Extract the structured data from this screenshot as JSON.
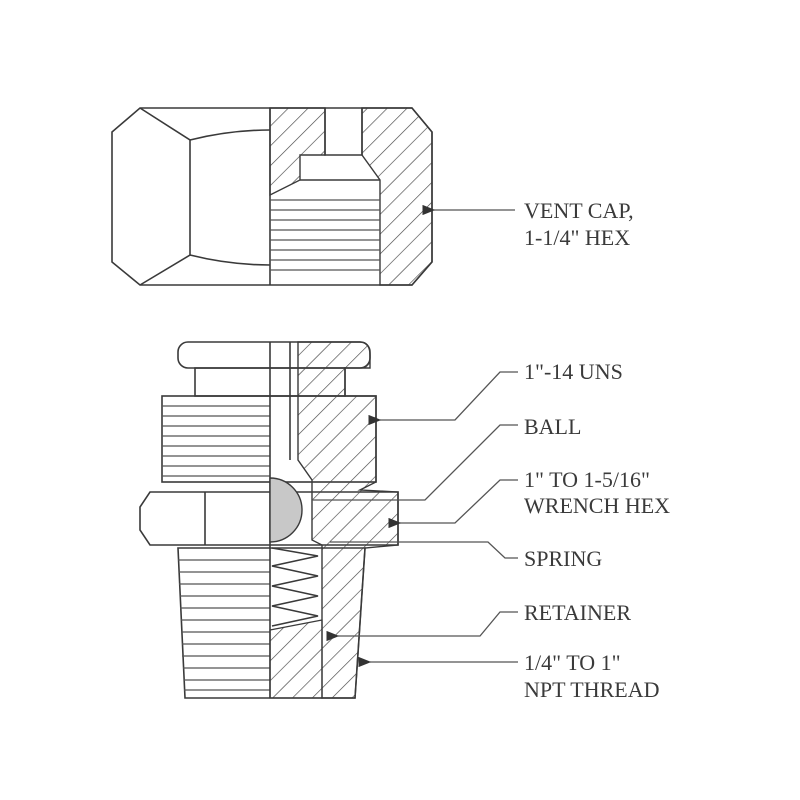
{
  "diagram": {
    "title": "Vent valve assembly cross-section",
    "colors": {
      "line": "#3a3a3a",
      "ball": "#c8c8c8",
      "background": "#ffffff"
    },
    "labels": {
      "vent_cap": [
        "VENT CAP,",
        "1-1/4\" HEX"
      ],
      "uns_thread": [
        "1\"-14 UNS"
      ],
      "ball": [
        "BALL"
      ],
      "wrench_hex": [
        "1\" TO 1-5/16\"",
        "WRENCH HEX"
      ],
      "spring": [
        "SPRING"
      ],
      "retainer": [
        "RETAINER"
      ],
      "npt_thread": [
        "1/4\" TO 1\"",
        "NPT THREAD"
      ]
    }
  }
}
